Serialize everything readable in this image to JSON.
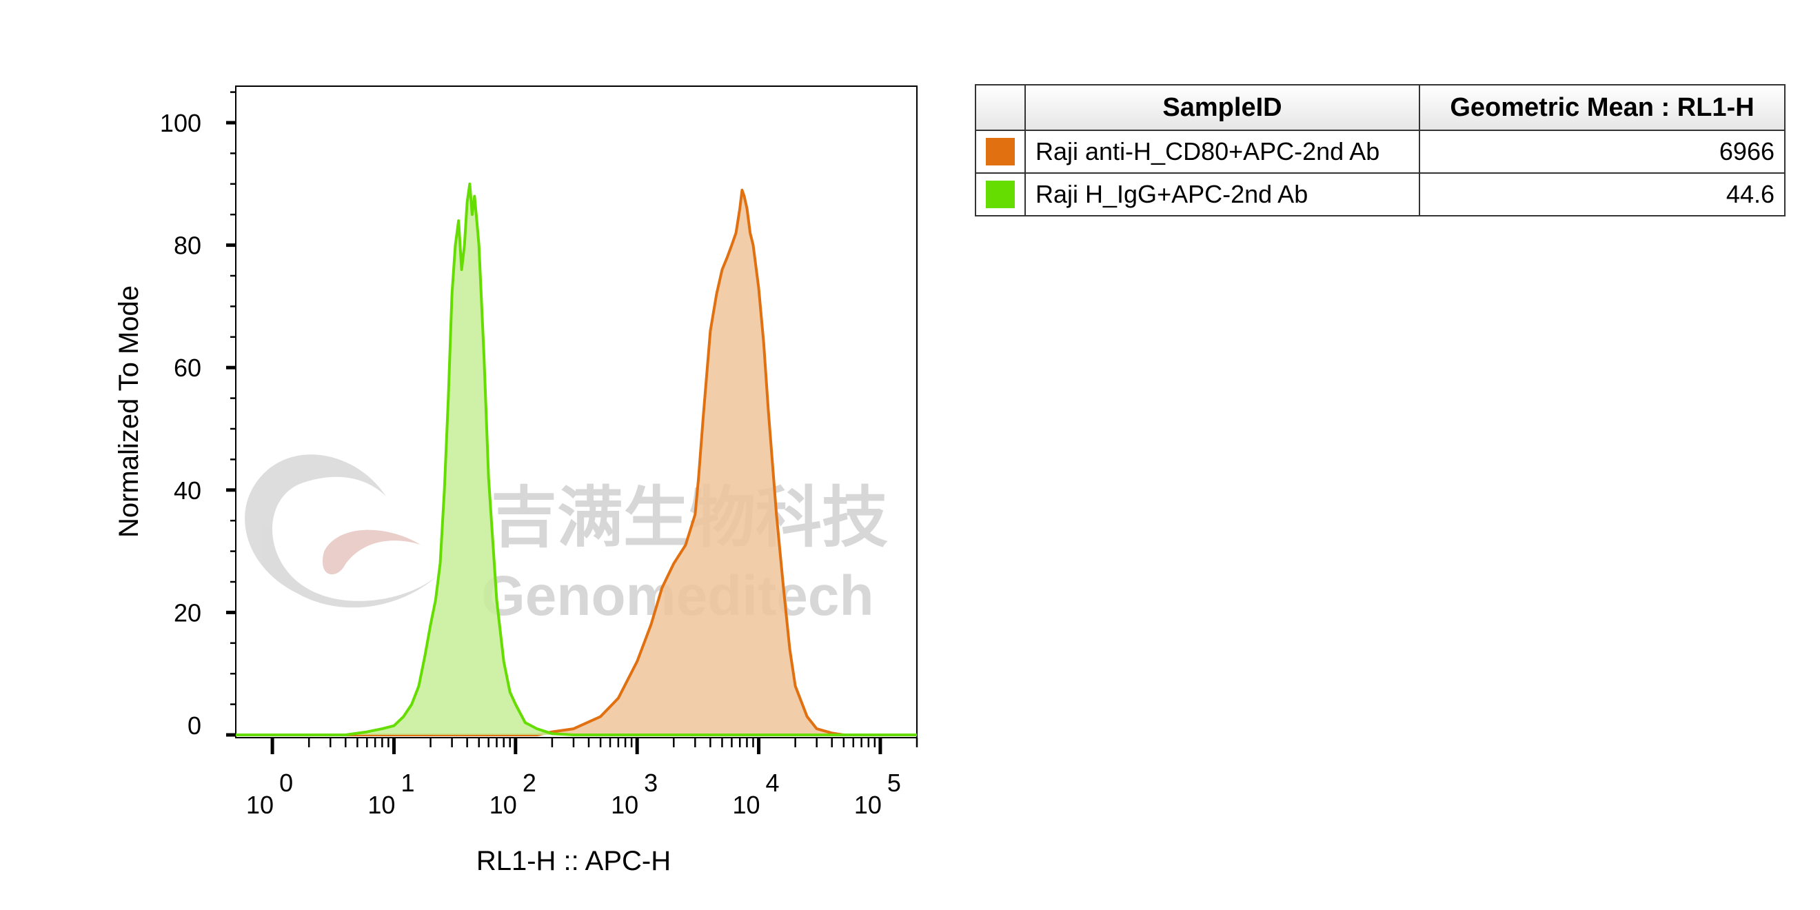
{
  "chart_data": {
    "type": "area",
    "xlabel": "RL1-H :: APC-H",
    "ylabel": "Normalized To Mode",
    "x_scale": "log",
    "xlim": [
      0.5,
      200000
    ],
    "ylim": [
      0,
      105
    ],
    "y_ticks": [
      "0",
      "20",
      "40",
      "60",
      "80",
      "100"
    ],
    "x_ticks": [
      {
        "base": "10",
        "exp": "0"
      },
      {
        "base": "10",
        "exp": "1"
      },
      {
        "base": "10",
        "exp": "2"
      },
      {
        "base": "10",
        "exp": "3"
      },
      {
        "base": "10",
        "exp": "4"
      },
      {
        "base": "10",
        "exp": "5"
      }
    ],
    "series": [
      {
        "name": "Raji anti-H_CD80+APC-2nd Ab",
        "color": "#e07010",
        "fill": "#f0c49a",
        "x": [
          0.5,
          1,
          10,
          50,
          150,
          200,
          300,
          500,
          700,
          1000,
          1300,
          1600,
          2000,
          2500,
          3000,
          3200,
          3500,
          4000,
          4500,
          5000,
          5500,
          6000,
          6500,
          7000,
          7300,
          7600,
          8000,
          8500,
          9000,
          10000,
          11000,
          12000,
          14000,
          16000,
          18000,
          20000,
          25000,
          30000,
          40000,
          50000,
          70000,
          100000,
          200000
        ],
        "y": [
          0,
          0,
          0,
          0,
          0,
          0.5,
          1,
          3,
          6,
          12,
          18,
          24,
          28,
          31,
          36,
          42,
          52,
          66,
          72,
          76,
          78,
          80,
          82,
          86,
          89,
          88,
          86,
          82,
          80,
          73,
          64,
          53,
          36,
          24,
          14,
          8,
          3,
          1,
          0.3,
          0,
          0,
          0,
          0
        ]
      },
      {
        "name": "Raji H_IgG+APC-2nd Ab",
        "color": "#66dd00",
        "fill": "#c6ef98",
        "x": [
          0.5,
          1,
          2,
          4,
          6,
          8,
          10,
          12,
          14,
          16,
          18,
          20,
          22,
          24,
          26,
          28,
          30,
          32,
          34,
          36,
          38,
          40,
          42,
          44,
          46,
          48,
          50,
          55,
          60,
          70,
          80,
          90,
          100,
          120,
          150,
          200,
          300,
          1000,
          10000,
          200000
        ],
        "y": [
          0,
          0,
          0,
          0,
          0.5,
          1,
          1.5,
          3,
          5,
          8,
          13,
          18,
          22,
          28,
          40,
          55,
          72,
          80,
          84,
          76,
          80,
          87,
          90,
          85,
          88,
          84,
          80,
          62,
          42,
          22,
          12,
          7,
          5,
          2,
          1,
          0.2,
          0,
          0,
          0,
          0
        ]
      }
    ]
  },
  "watermark": {
    "cn_text": "吉满生物科技",
    "en_text": "Genomeditech"
  },
  "table": {
    "headers": {
      "sample": "SampleID",
      "value": "Geometric Mean : RL1-H"
    },
    "rows": [
      {
        "color": "#e07010",
        "sample": "Raji anti-H_CD80+APC-2nd Ab",
        "value": "6966"
      },
      {
        "color": "#66dd00",
        "sample": "Raji H_IgG+APC-2nd Ab",
        "value": "44.6"
      }
    ]
  }
}
